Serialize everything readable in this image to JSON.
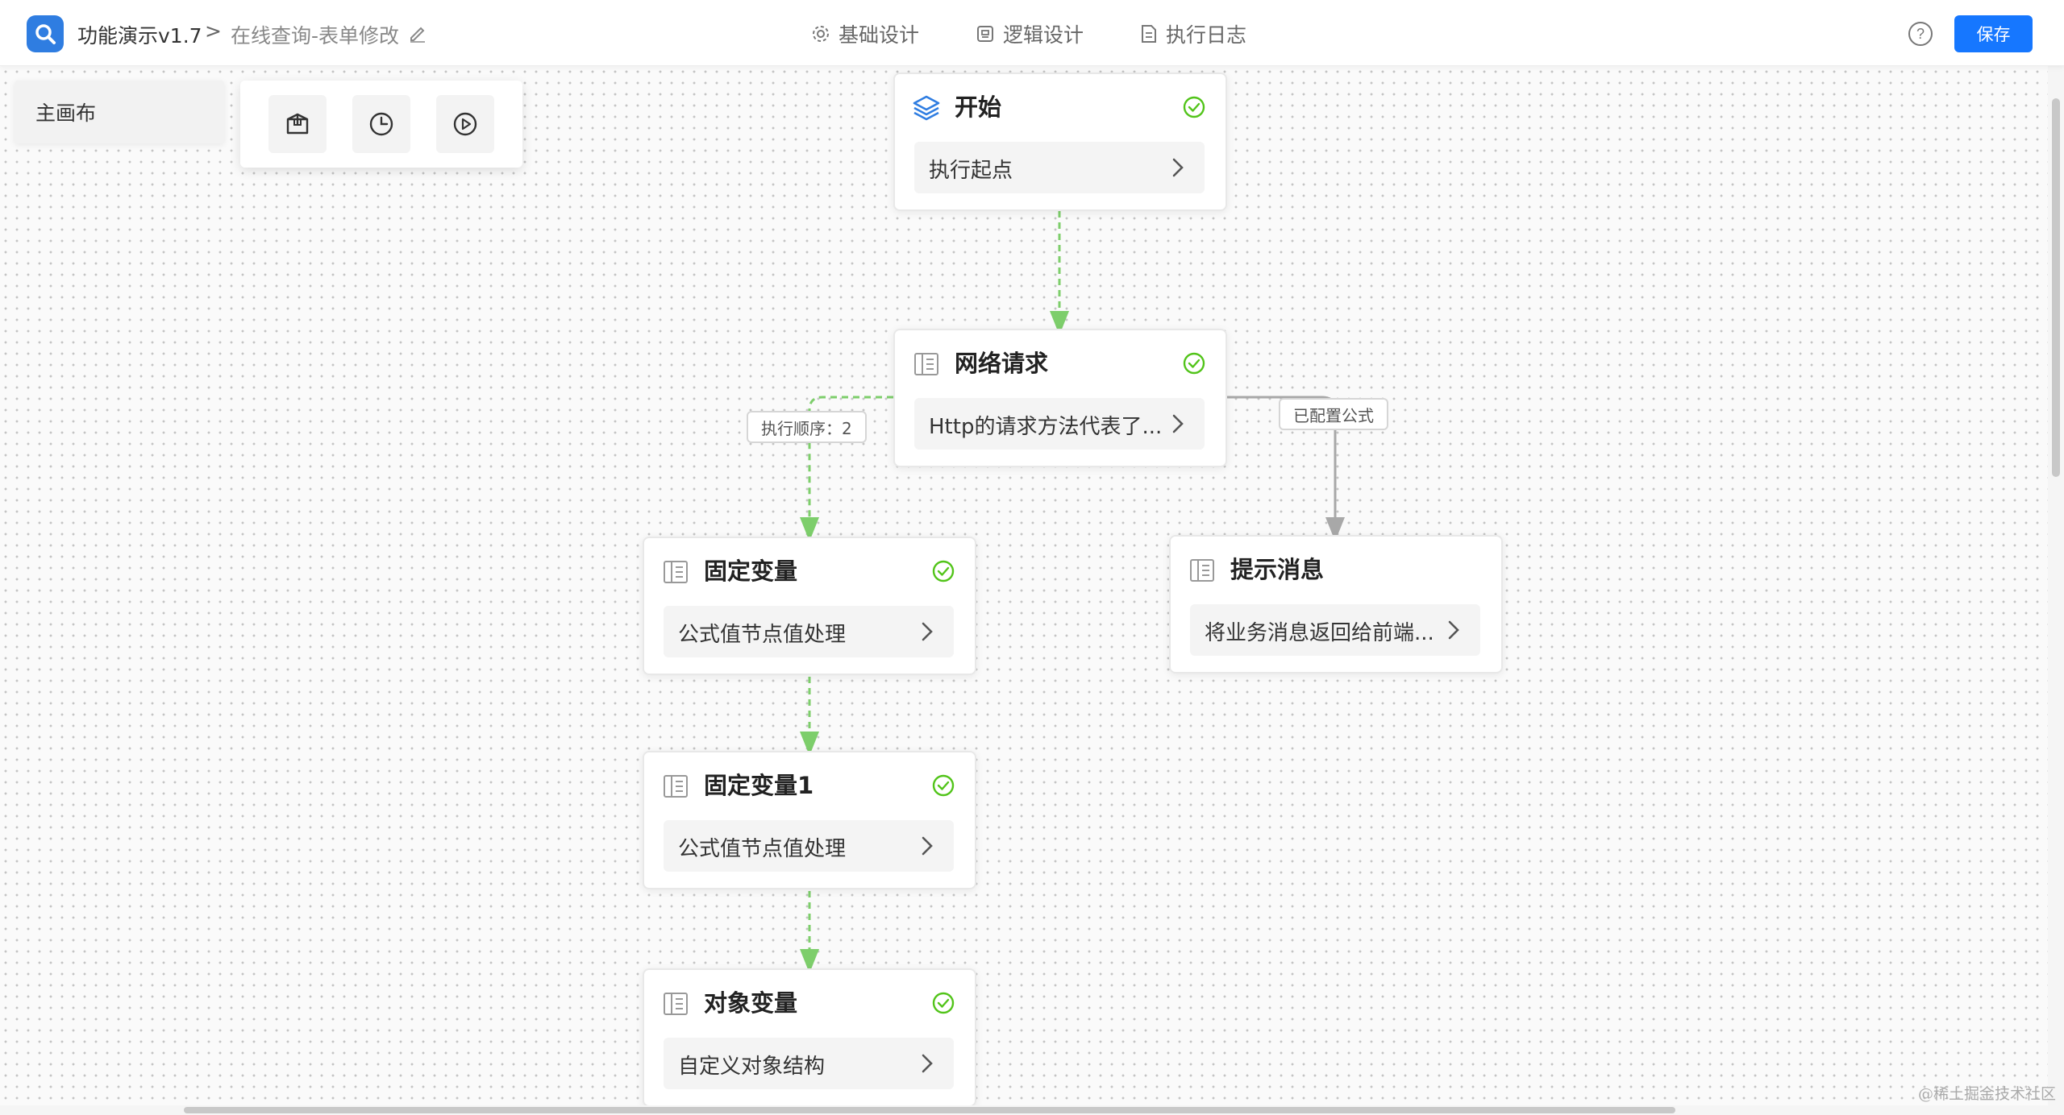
{
  "header": {
    "app_name": "功能演示v1.7",
    "separator": ">",
    "page_name": "在线查询-表单修改",
    "tabs": [
      {
        "label": "基础设计",
        "icon": "gear-icon"
      },
      {
        "label": "逻辑设计",
        "icon": "logic-icon"
      },
      {
        "label": "执行日志",
        "icon": "document-icon"
      }
    ],
    "save_label": "保存",
    "accent_color": "#1677ff"
  },
  "canvas": {
    "tab_label": "主画布",
    "tools": [
      {
        "name": "box-tool",
        "icon": "package-icon"
      },
      {
        "name": "history-tool",
        "icon": "clock-icon"
      },
      {
        "name": "run-tool",
        "icon": "play-icon"
      }
    ]
  },
  "nodes": [
    {
      "id": "start",
      "title": "开始",
      "desc": "执行起点",
      "icon": "layers-icon",
      "status": "success"
    },
    {
      "id": "http",
      "title": "网络请求",
      "desc": "Http的请求方法代表了...",
      "icon": "node-icon",
      "status": "success"
    },
    {
      "id": "fixed-var",
      "title": "固定变量",
      "desc": "公式值节点值处理",
      "icon": "node-icon",
      "status": "success"
    },
    {
      "id": "message",
      "title": "提示消息",
      "desc": "将业务消息返回给前端...",
      "icon": "node-icon",
      "status": "none"
    },
    {
      "id": "fixed-var-1",
      "title": "固定变量1",
      "desc": "公式值节点值处理",
      "icon": "node-icon",
      "status": "success"
    },
    {
      "id": "object-var",
      "title": "对象变量",
      "desc": "自定义对象结构",
      "icon": "node-icon",
      "status": "success"
    }
  ],
  "edge_labels": {
    "order": "执行顺序：2",
    "formula": "已配置公式"
  },
  "colors": {
    "success_edge": "#7dce6b",
    "gray_edge": "#a8a8a8",
    "check": "#52c41a"
  },
  "watermark": "@稀土掘金技术社区"
}
